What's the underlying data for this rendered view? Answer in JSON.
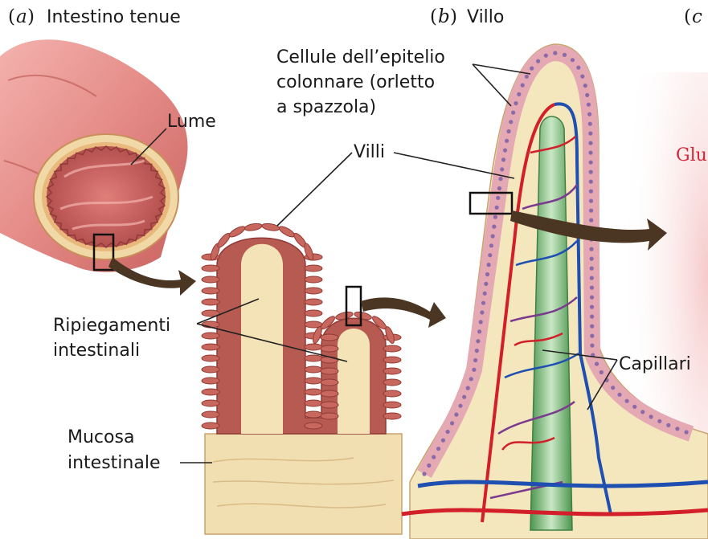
{
  "panels": {
    "a": {
      "letter": "a",
      "title": "Intestino tenue"
    },
    "b": {
      "letter": "b",
      "title": "Villo"
    },
    "c": {
      "letter": "c"
    }
  },
  "labels": {
    "lume": "Lume",
    "epithelium_line1": "Cellule dell’epitelio",
    "epithelium_line2": "colonnare (orletto",
    "epithelium_line3": "a spazzola)",
    "villi": "Villi",
    "folds_line1": "Ripiegamenti",
    "folds_line2": "intestinali",
    "mucosa_line1": "Mucosa",
    "mucosa_line2": "intestinale",
    "capillaries": "Capillari",
    "glu_partial": "Glu"
  },
  "colors": {
    "tissue": "#f3e2b6",
    "mucosa_red": "#b9544e",
    "intestine_pink": "#e48c8c",
    "artery": "#d21f2a",
    "vein": "#1f4fb0",
    "lacteal": "#4f9a4f",
    "arrow": "#4a3622"
  }
}
